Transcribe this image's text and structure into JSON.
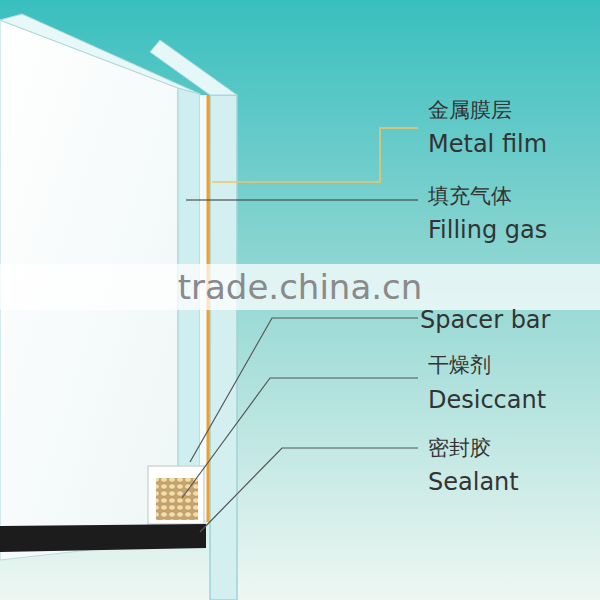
{
  "diagram": {
    "labels": [
      "金属膜层",
      "Metal film",
      "填充气体",
      "Filling gas",
      "trade.china.cn",
      "Spacer bar",
      "干燥剂",
      "Desiccant",
      "密封胶",
      "Sealant"
    ]
  }
}
